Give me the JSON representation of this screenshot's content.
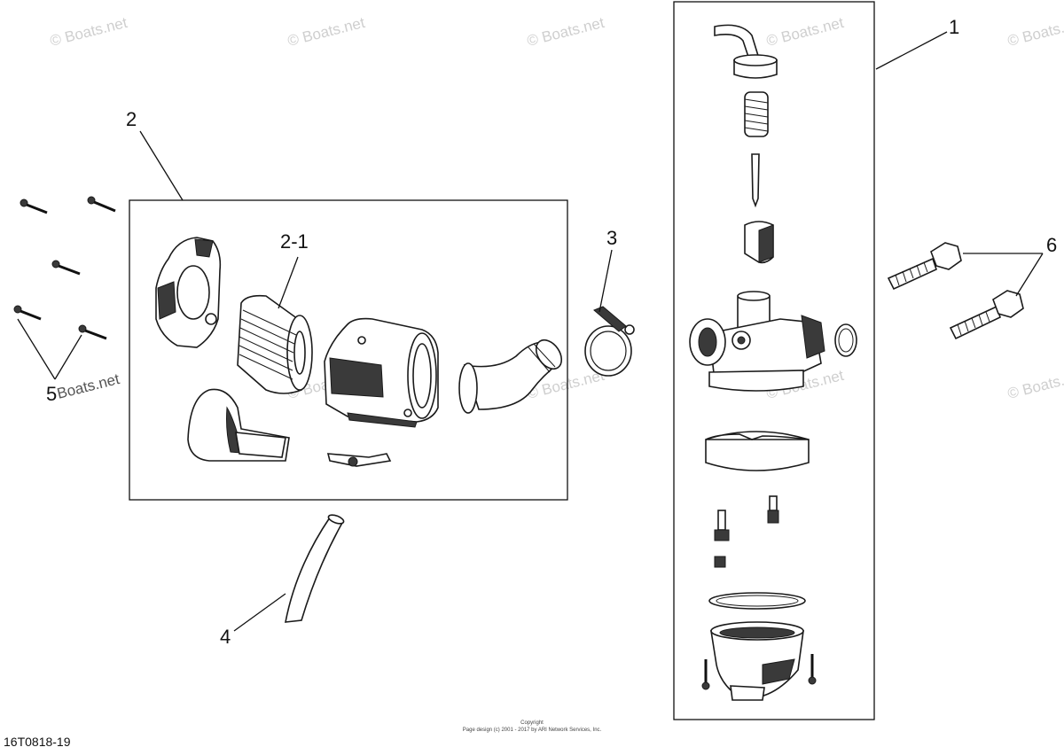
{
  "watermark": {
    "text": "© Boats.net",
    "dark_text": "Boats.net"
  },
  "callouts": {
    "carburetor": "1",
    "air_cleaner_assy": "2",
    "element": "2-1",
    "clamp": "3",
    "tube": "4",
    "screw": "5",
    "bolt": "6"
  },
  "footer": {
    "copyright_title": "Copyright",
    "copyright_line": "Page design (c) 2001 - 2017 by ARI Network Services, Inc.",
    "diagram_code": "16T0818-19"
  }
}
